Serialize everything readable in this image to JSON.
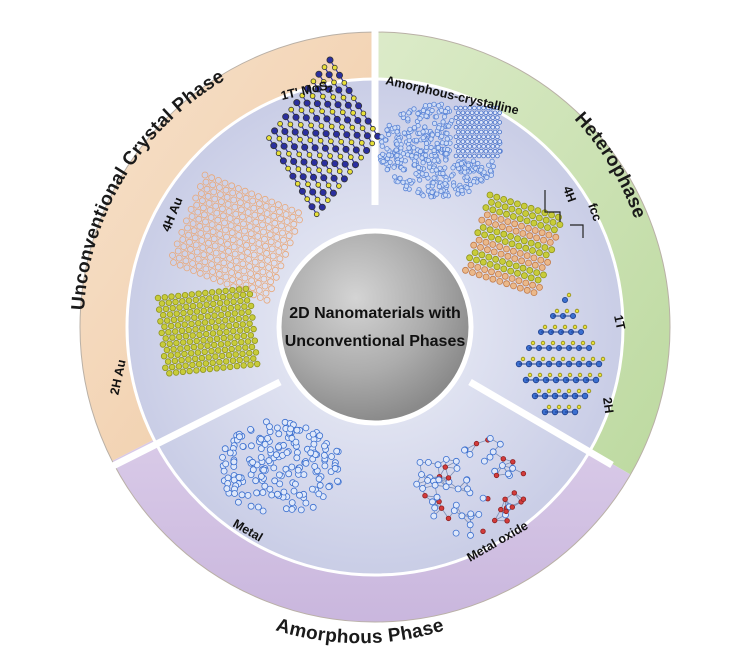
{
  "title": {
    "line1": "2D Nanomaterials with",
    "line2": "Unconventional Phases"
  },
  "rings": {
    "unconventional": "Unconventional Crystal Phase",
    "heterophase": "Heterophase",
    "amorphous": "Amorphous Phase"
  },
  "items": {
    "mos2_prefix": "1T' MoS",
    "mos2_sub": "2",
    "au4h": "4H Au",
    "au2h": "2H Au",
    "amorph_cryst": "Amorphous-crystalline",
    "phase_4h": "4H",
    "phase_fcc": "fcc",
    "phase_1t": "1T",
    "phase_2h": "2H",
    "metal": "Metal",
    "metal_oxide": "Metal oxide"
  },
  "colors": {
    "orange_ring": "#f4d9bd",
    "green_ring": "#cfe3b8",
    "purple_ring": "#d9cbe6",
    "inner_disk": "#dcdff0",
    "center_disk": "#a9a9a9",
    "gold_atom": "#e8a87a",
    "olive_atom": "#c8cc3a",
    "blue_atom": "#3b6fcf",
    "navy_atom": "#2b2f9e",
    "yellow_atom": "#e8e03a",
    "red_atom": "#d23b3b"
  }
}
